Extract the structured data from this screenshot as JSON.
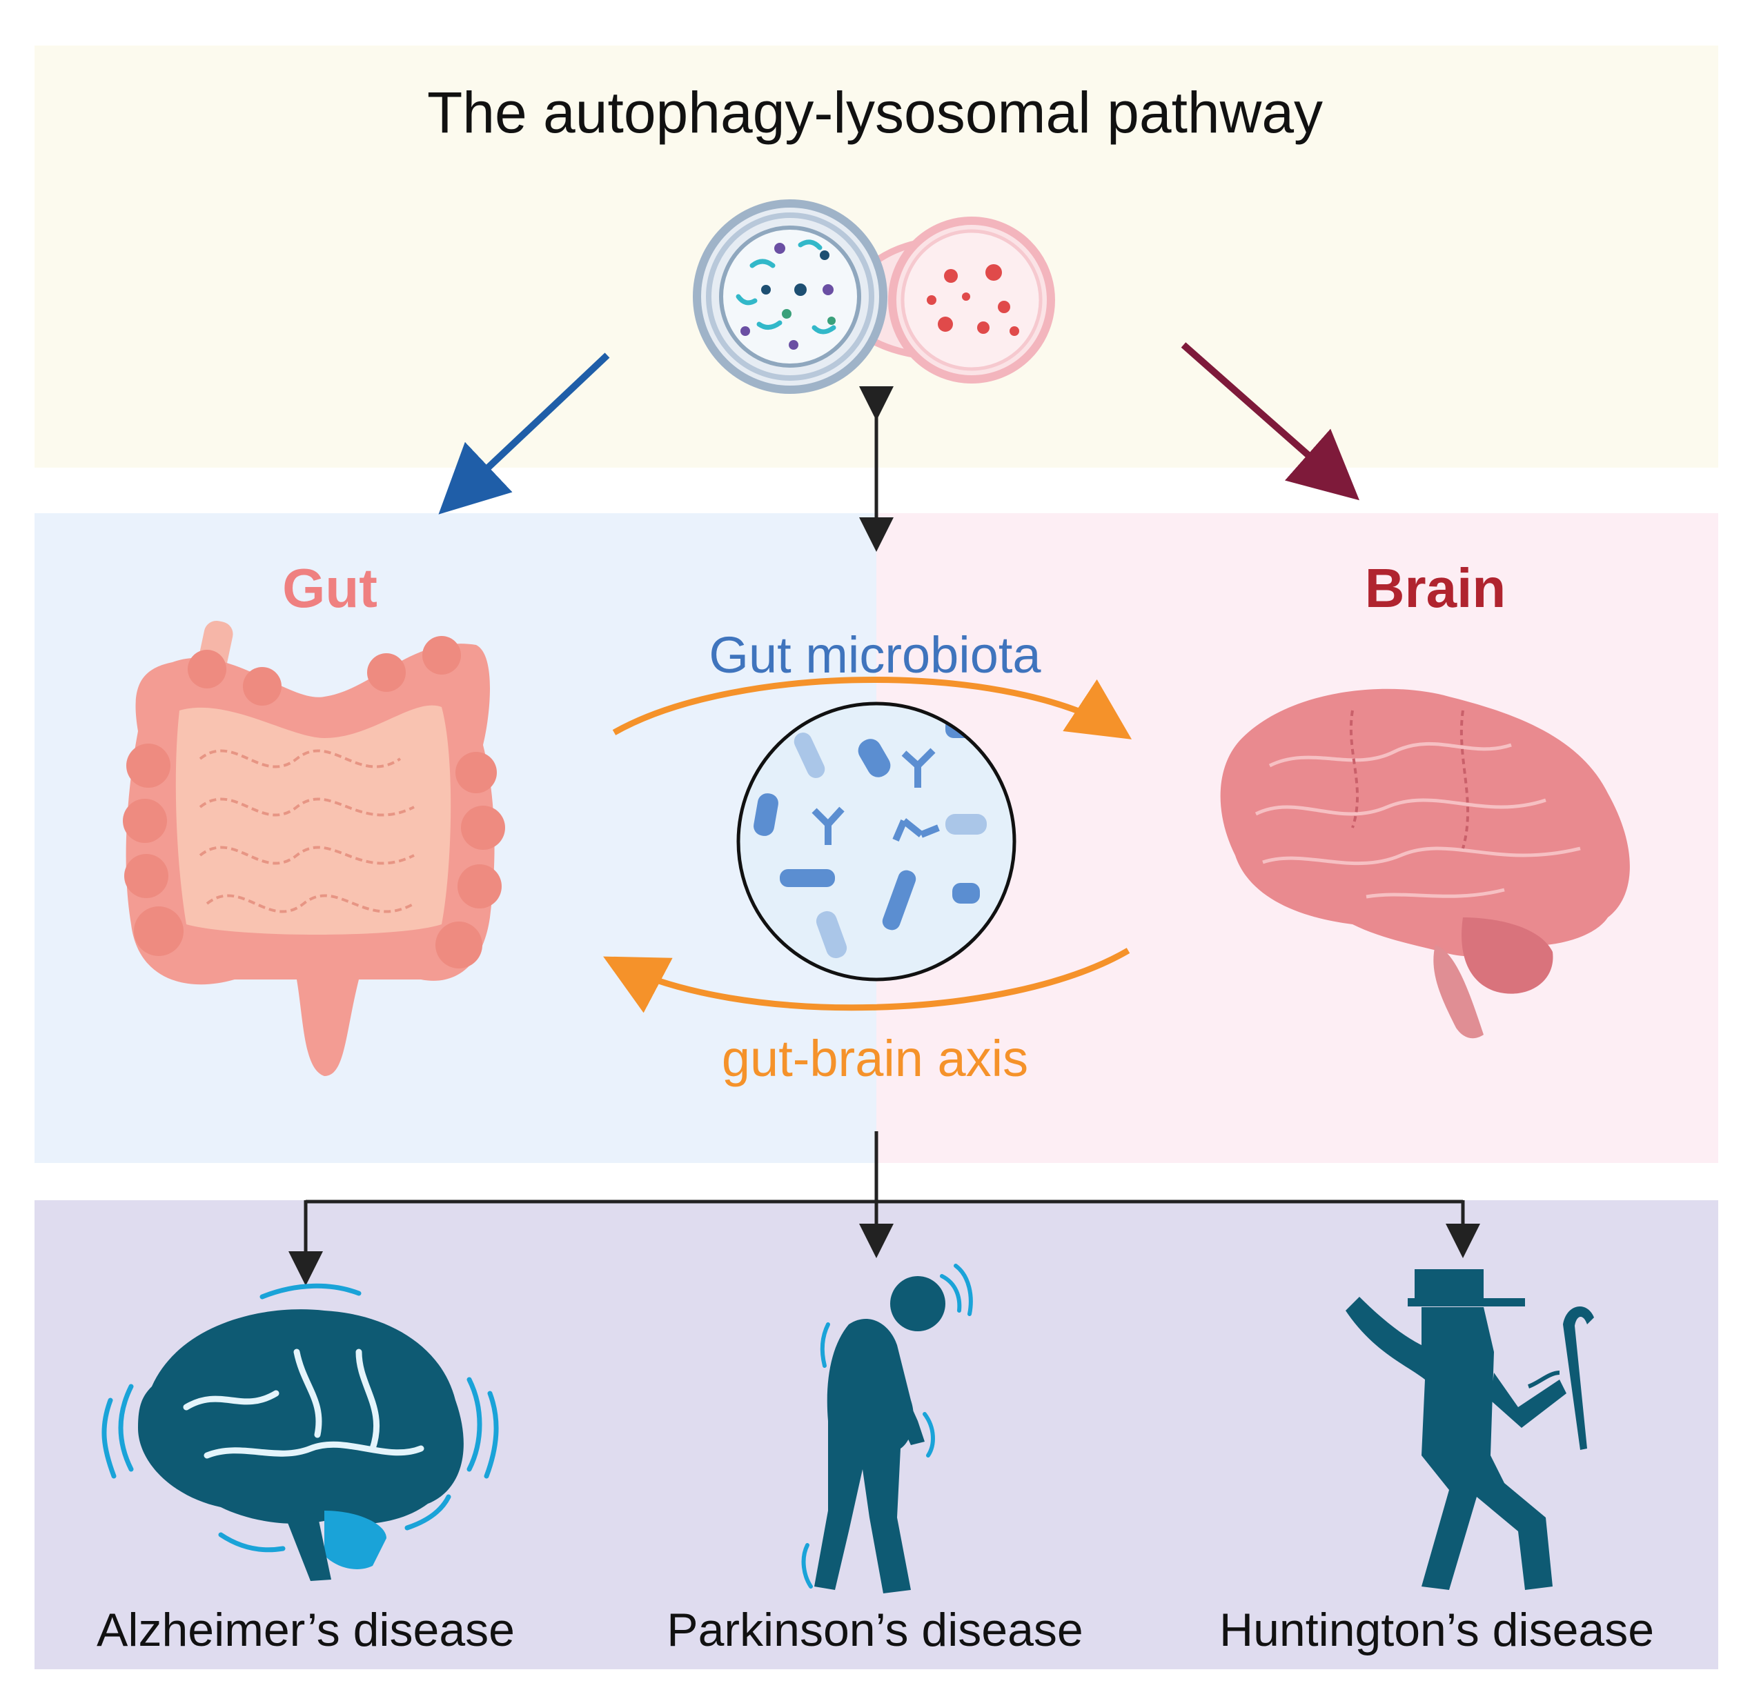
{
  "title": "The autophagy-lysosomal pathway",
  "left_panel": {
    "label": "Gut"
  },
  "right_panel": {
    "label": "Brain"
  },
  "center": {
    "microbiota_label": "Gut microbiota",
    "axis_label": "gut-brain axis"
  },
  "diseases": [
    {
      "label": "Alzheimer’s disease"
    },
    {
      "label": "Parkinson’s disease"
    },
    {
      "label": "Huntington’s disease"
    }
  ],
  "colors": {
    "top_band": "#fcfaee",
    "gut_panel": "#eaf2fc",
    "brain_panel": "#fdeef4",
    "bottom_band": "#dfdcef",
    "gut_label": "#ef8080",
    "brain_label": "#b0242f",
    "microbiota_label": "#3f74bd",
    "axis_orange": "#f5922a",
    "blue_arrow": "#1f5ea8",
    "maroon_arrow": "#7e1a3a",
    "teal_figure": "#0e5a73",
    "accent_blue": "#1aa3d8"
  }
}
